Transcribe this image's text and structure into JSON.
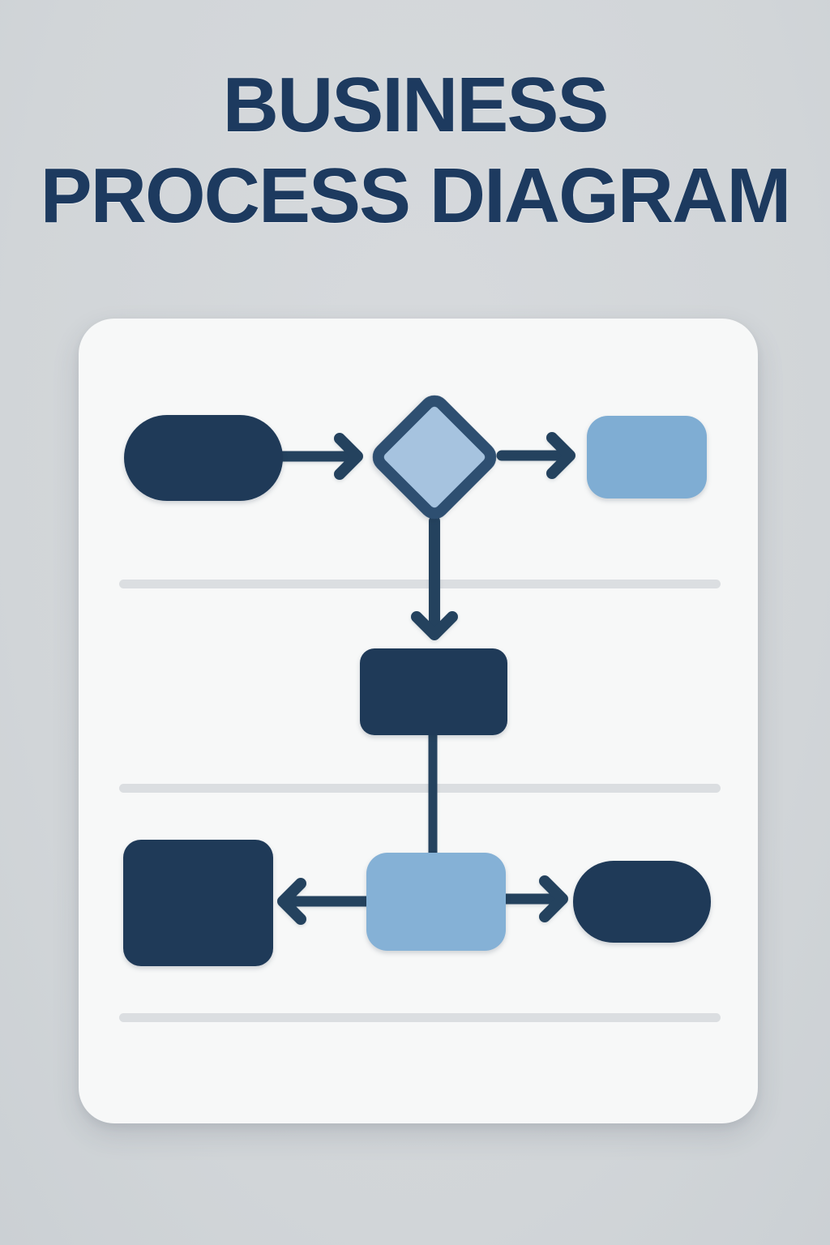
{
  "page": {
    "title_line1": "BUSINESS",
    "title_line2": "PROCESS DIAGRAM"
  },
  "colors": {
    "background": "#d1d5d8",
    "background_hi": "#d7dadd",
    "background_lo": "#cbd0d4",
    "card": "#f7f8f8",
    "title": "#1d3a5f",
    "navy": "#1f3a58",
    "navy_arrow": "#24425e",
    "diamond_border": "#2e4f71",
    "diamond_fill": "#a6c3df",
    "light_blue": "#7fadd3",
    "light_blue_2": "#85b1d6",
    "divider": "#dbdee1"
  },
  "diagram": {
    "description": "Three-lane flowchart on a rounded card; no node labels shown",
    "lanes": [
      {
        "name": "lane-1",
        "nodes": [
          "start",
          "decision",
          "outcome"
        ]
      },
      {
        "name": "lane-2",
        "nodes": [
          "process"
        ]
      },
      {
        "name": "lane-3",
        "nodes": [
          "task-left",
          "hub",
          "end"
        ]
      }
    ],
    "nodes": [
      {
        "id": "start",
        "shape": "stadium",
        "color_key": "navy"
      },
      {
        "id": "decision",
        "shape": "diamond",
        "color_key": "diamond_fill",
        "border_key": "diamond_border"
      },
      {
        "id": "outcome",
        "shape": "rounded-rect",
        "color_key": "light_blue"
      },
      {
        "id": "process",
        "shape": "rounded-rect",
        "color_key": "navy"
      },
      {
        "id": "task-left",
        "shape": "rounded-rect",
        "color_key": "navy"
      },
      {
        "id": "hub",
        "shape": "rounded-rect",
        "color_key": "light_blue_2"
      },
      {
        "id": "end",
        "shape": "stadium",
        "color_key": "navy"
      }
    ],
    "edges": [
      {
        "from": "start",
        "to": "decision",
        "type": "arrow",
        "direction": "right"
      },
      {
        "from": "decision",
        "to": "outcome",
        "type": "arrow",
        "direction": "right"
      },
      {
        "from": "decision",
        "to": "process",
        "type": "arrow",
        "direction": "down"
      },
      {
        "from": "process",
        "to": "hub",
        "type": "line",
        "direction": "down"
      },
      {
        "from": "hub",
        "to": "task-left",
        "type": "arrow",
        "direction": "left"
      },
      {
        "from": "hub",
        "to": "end",
        "type": "arrow",
        "direction": "right"
      }
    ],
    "divider_count": 3
  }
}
